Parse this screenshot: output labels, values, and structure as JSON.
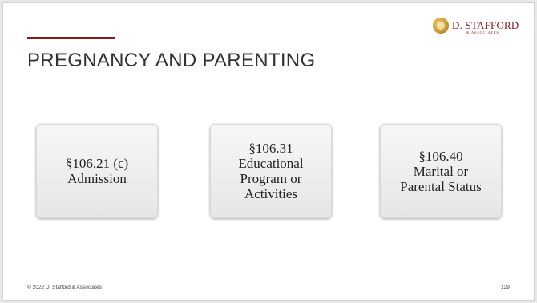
{
  "slide": {
    "title": "PREGNANCY AND PARENTING",
    "accent_color": "#8b1a1a",
    "logo": {
      "name": "D. STAFFORD",
      "tagline": "& ASSOCIATES",
      "icon": "stafford-logo-icon"
    },
    "cards": [
      {
        "text": "§106.21 (c)\nAdmission"
      },
      {
        "text": "§106.31\nEducational\nProgram or\nActivities"
      },
      {
        "text": "§106.40\nMarital or\nParental Status"
      }
    ],
    "footer": "© 2022 D. Stafford & Associates",
    "page_number": "129"
  }
}
